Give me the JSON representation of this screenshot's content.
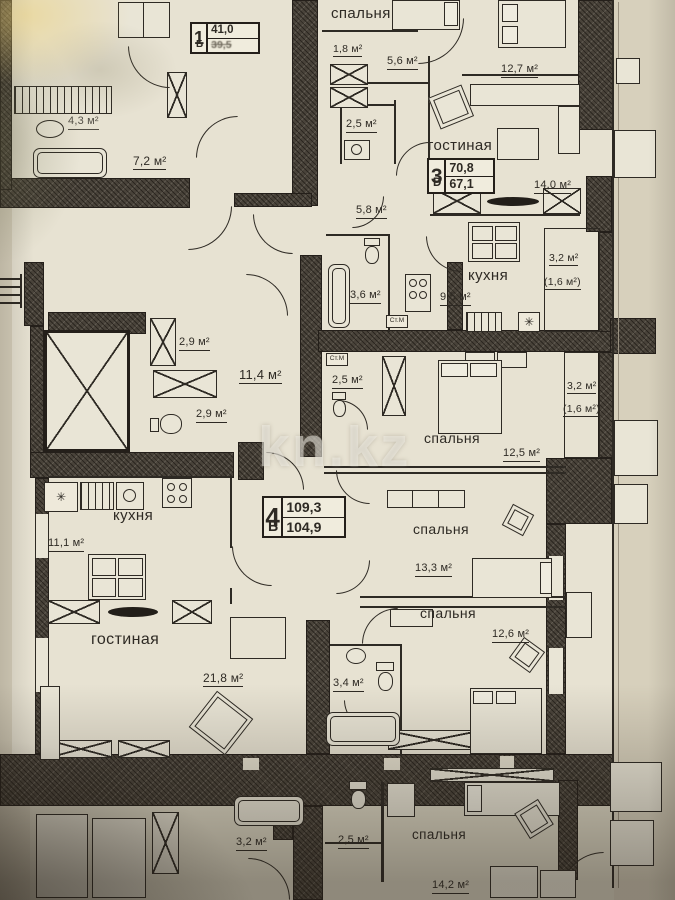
{
  "colors": {
    "paper": "#e7e2d2",
    "ink": "#2e2a24",
    "wall_fill": "#49433a",
    "watermark": "#f4f2ea"
  },
  "icons": {
    "fridge": "✳"
  },
  "watermark": "kn.kz",
  "apartments": {
    "apt1": {
      "type_num": "1",
      "type_letter": "Б",
      "area_total": "41,0",
      "area_living": "39,5",
      "areas": {
        "bathroom": "4,3 м²",
        "hallway": "7,2 м²"
      }
    },
    "apt3": {
      "type_num": "3",
      "type_letter": "D",
      "area_total": "70,8",
      "area_living": "67,1",
      "room_names": {
        "bedroom_top": "спальня",
        "living": "гостиная",
        "kitchen": "кухня"
      },
      "areas": {
        "closet": "1,8 м²",
        "hall": "5,6 м²",
        "bedroom": "12,7 м²",
        "wc": "2,5 м²",
        "living": "14,0 м²",
        "corridor": "5,8 м²",
        "kitchen": "9,5 м²",
        "bathroom": "3,6 м²",
        "balcony": "3,2 м²",
        "balcony_half": "(1,6 м²)"
      },
      "washer": "Ст.М"
    },
    "apt4": {
      "type_num": "4",
      "type_letter": "В",
      "area_total": "109,3",
      "area_living": "104,9",
      "room_names": {
        "bedroom1": "спальня",
        "bedroom2": "спальня",
        "bedroom3": "спальня",
        "living": "гостиная",
        "kitchen": "кухня"
      },
      "areas": {
        "wc": "2,5 м²",
        "bedroom1": "12,5 м²",
        "bedroom2": "13,3 м²",
        "bedroom3": "12,6 м²",
        "kitchen": "11,1 м²",
        "living": "21,8 м²",
        "bathroom": "3,4 м²",
        "balcony": "3,2 м²",
        "balcony_half": "(1,6 м²)"
      },
      "washer": "Ст.М"
    },
    "apt_bottom": {
      "room_names": {
        "bedroom": "спальня"
      },
      "areas": {
        "bathroom": "3,2 м²",
        "wc": "2,5 м²",
        "bedroom": "14,2 м²"
      }
    },
    "common": {
      "areas": {
        "vestibule": "2,9 м²",
        "corridor": "11,4 м²",
        "wc": "2,9 м²"
      }
    }
  }
}
